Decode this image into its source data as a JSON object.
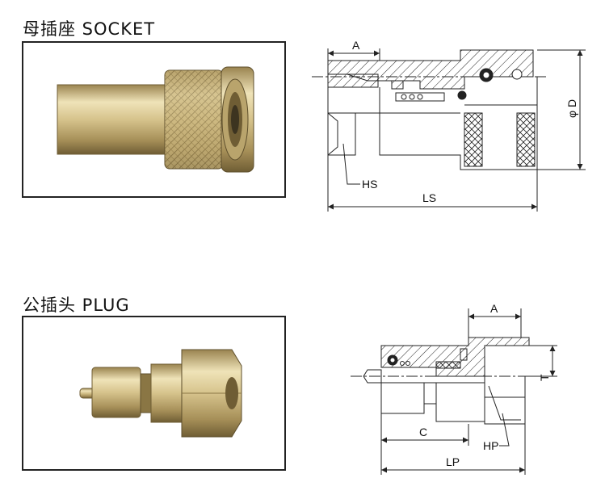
{
  "socket": {
    "title": "母插座 SOCKET",
    "dimensions": {
      "a": "A",
      "d": "φ D",
      "hs": "HS",
      "ls": "LS"
    }
  },
  "plug": {
    "title": "公插头 PLUG",
    "dimensions": {
      "a": "A",
      "t": "T",
      "c": "C",
      "hp": "HP",
      "lp": "LP"
    }
  },
  "colors": {
    "brass_light": "#e8dcb0",
    "brass_mid": "#c8b27a",
    "brass_dark": "#7d6a3e",
    "line": "#222222"
  }
}
